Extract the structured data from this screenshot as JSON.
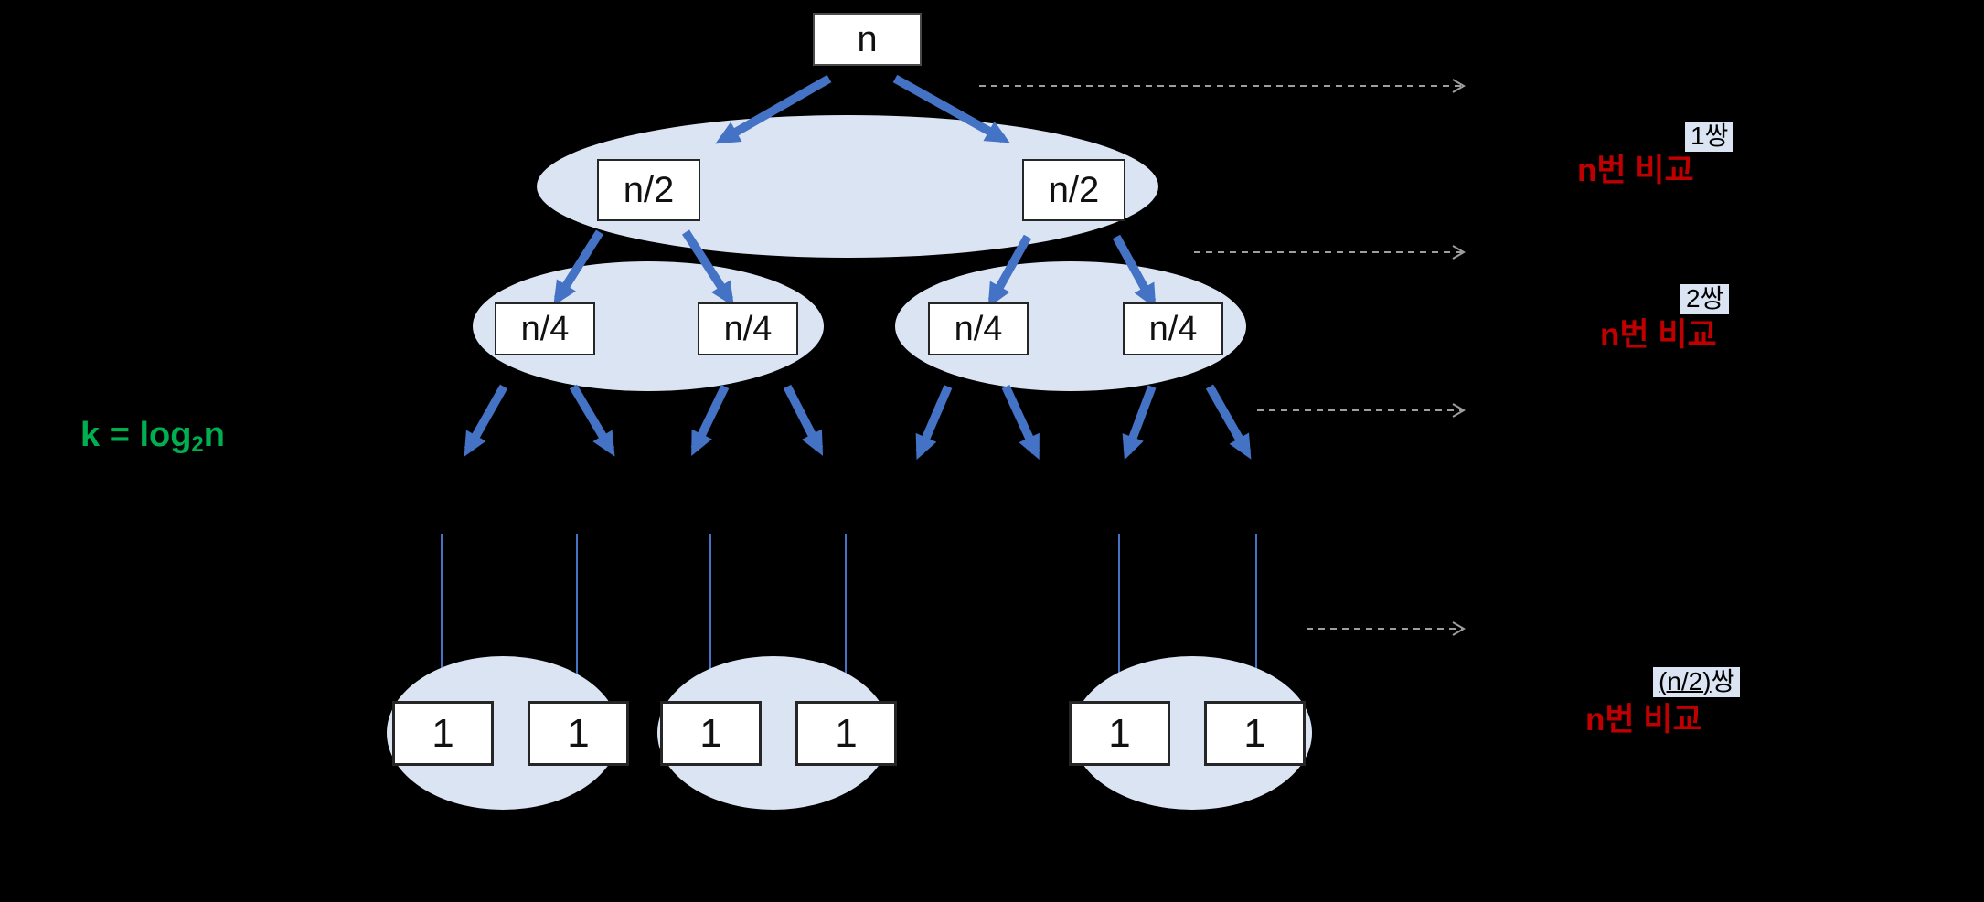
{
  "formula": {
    "prefix": "k = log",
    "subscript": "2",
    "suffix": "n"
  },
  "tree": {
    "root": "n",
    "level2": [
      "n/2",
      "n/2"
    ],
    "level3": [
      "n/4",
      "n/4",
      "n/4",
      "n/4"
    ],
    "leaves": [
      "1",
      "1",
      "1",
      "1",
      "1",
      "1"
    ]
  },
  "side_labels": {
    "level1": {
      "pair": "1쌍",
      "count": "n번 비교"
    },
    "level2": {
      "pair": "2쌍",
      "count": "n번 비교"
    },
    "leaves": {
      "pair_underlined": "(n/2)",
      "pair_rest": "쌍",
      "count": "n번 비교"
    }
  },
  "colors": {
    "arrow": "#4472c4",
    "ellipse": "#dbe4f2",
    "red": "#c00000",
    "green": "#00b050",
    "dashed": "#9e9e9e"
  }
}
